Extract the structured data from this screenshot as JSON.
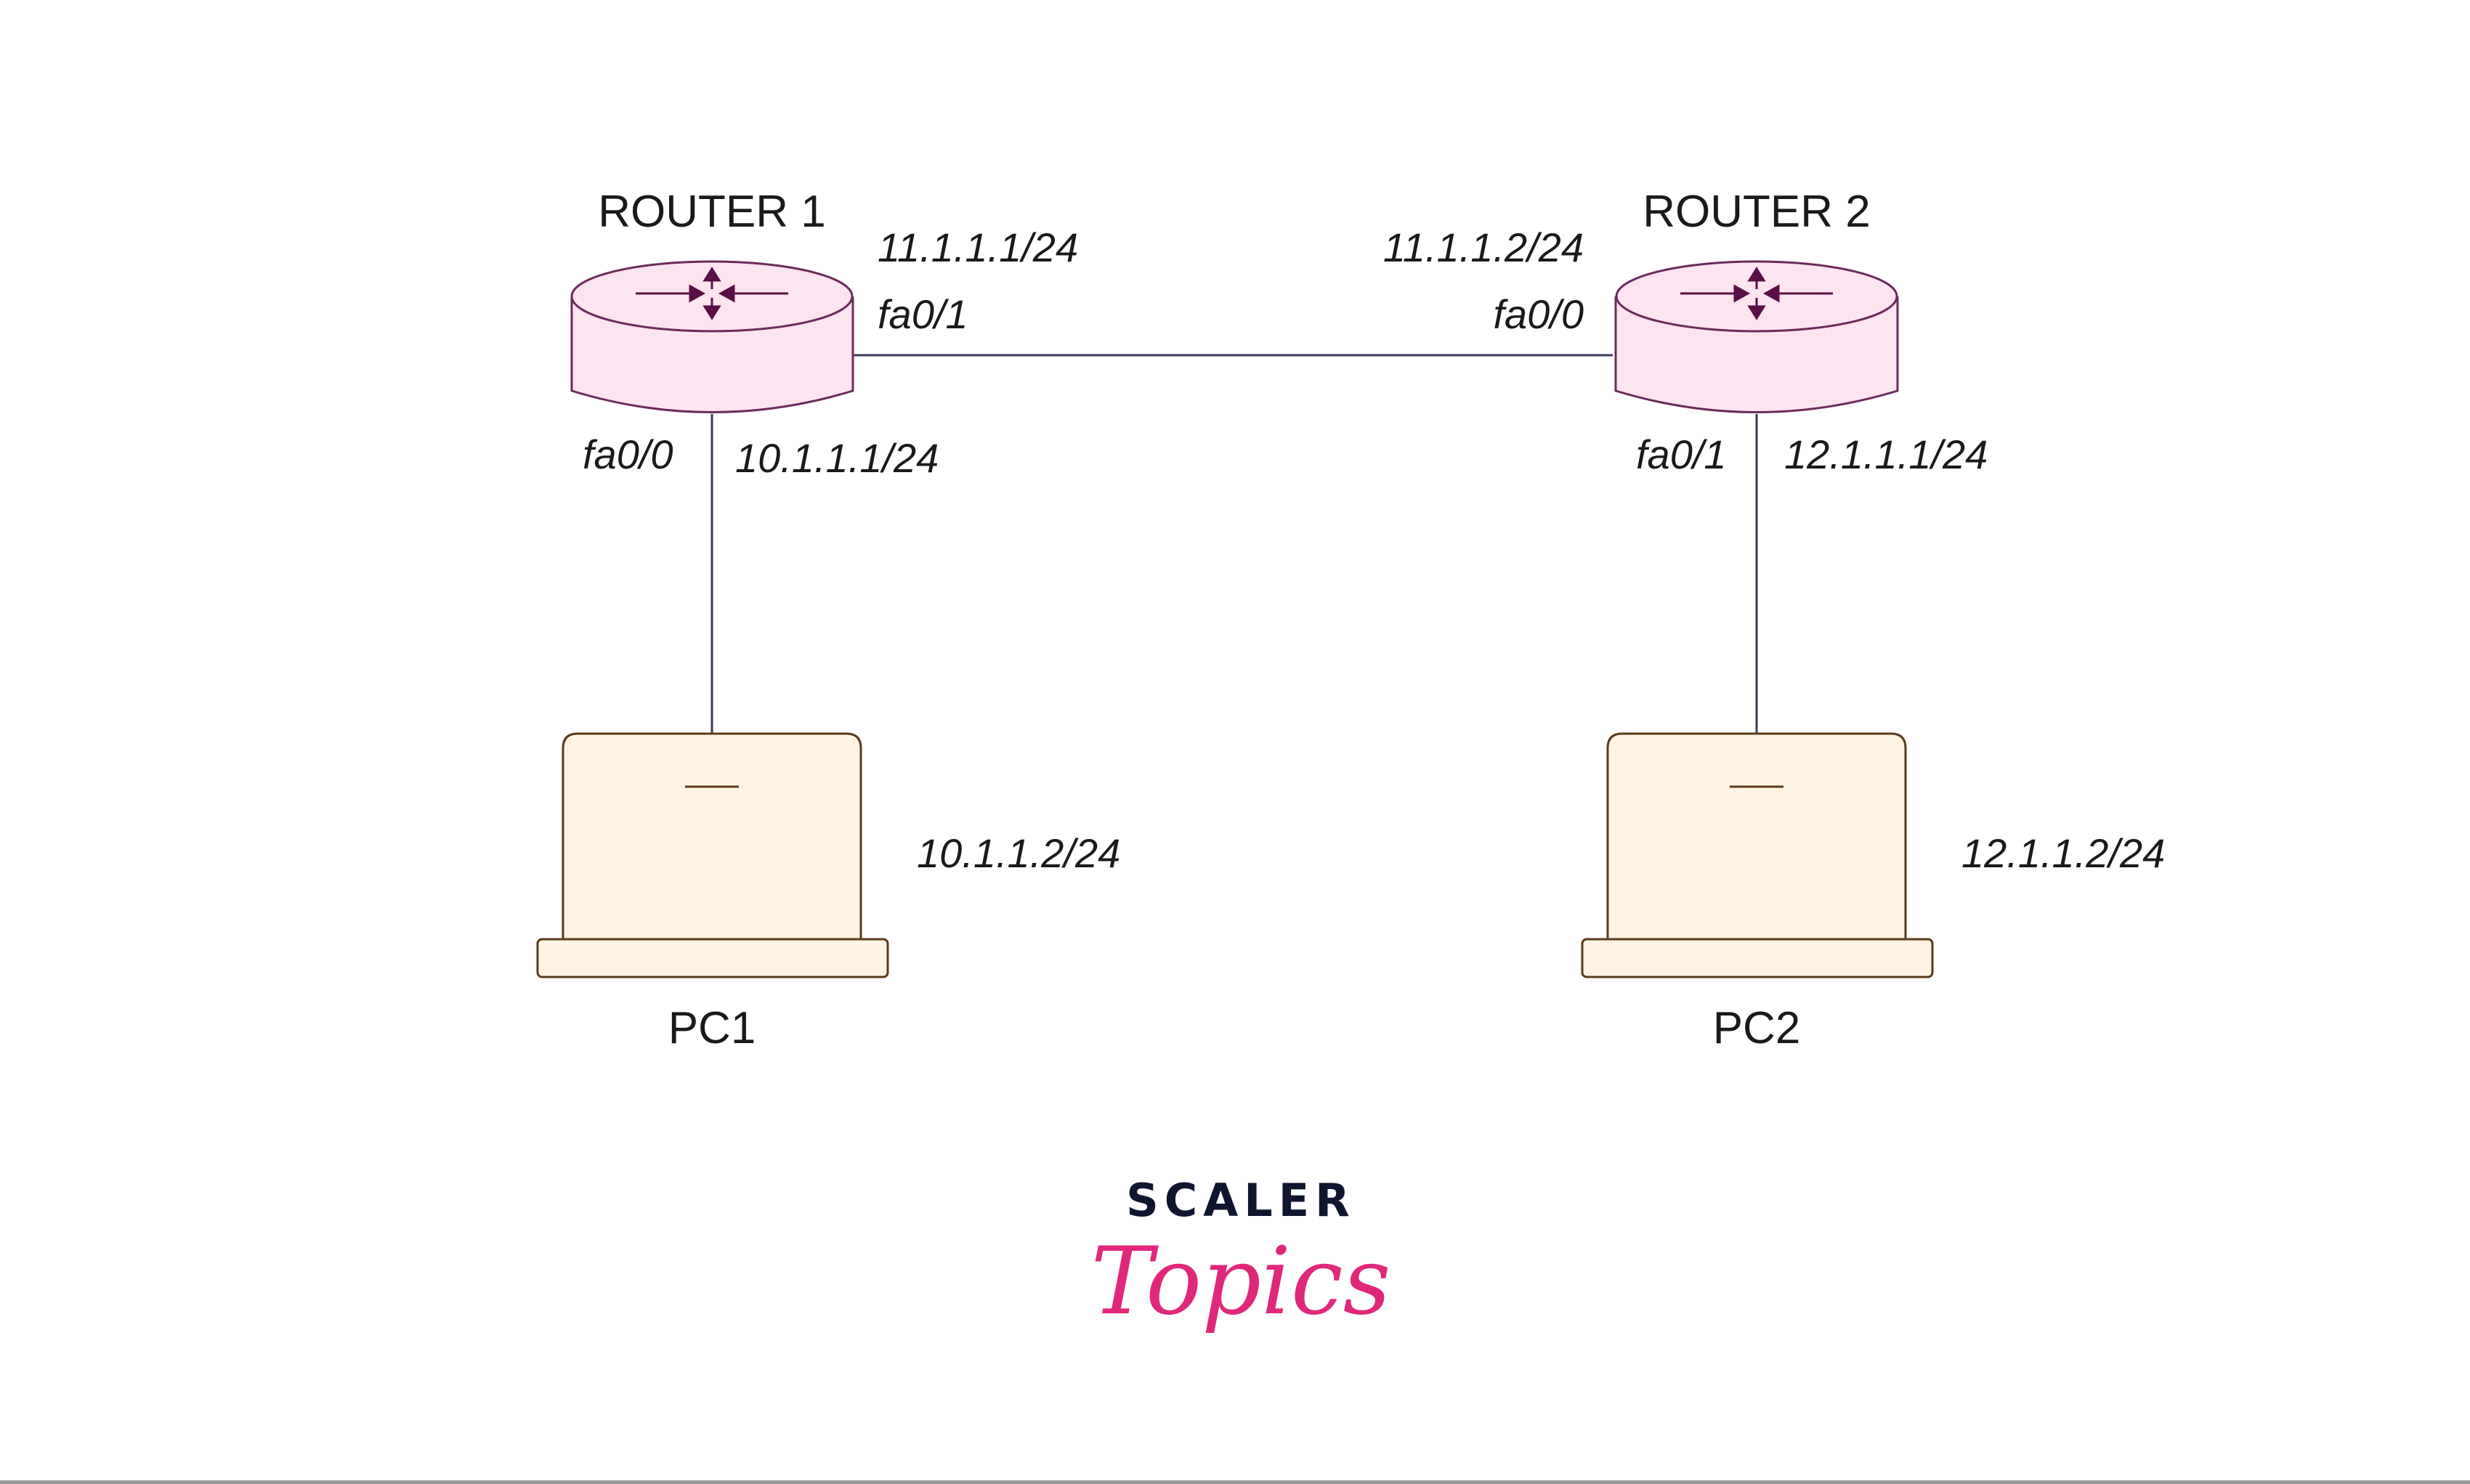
{
  "routers": [
    {
      "name": "ROUTER 1"
    },
    {
      "name": "ROUTER 2"
    }
  ],
  "pcs": [
    {
      "name": "PC1",
      "ip": "10.1.1.2/24"
    },
    {
      "name": "PC2",
      "ip": "12.1.1.2/24"
    }
  ],
  "interfaces": {
    "r1_fa01_ip": "11.1.1.1/24",
    "r1_fa01": "fa0/1",
    "r1_fa00": "fa0/0",
    "r1_fa00_ip": "10.1.1.1/24",
    "r2_fa00_ip": "11.1.1.2/24",
    "r2_fa00": "fa0/0",
    "r2_fa01": "fa0/1",
    "r2_fa01_ip": "12.1.1.1/24"
  },
  "logo": {
    "line1": "SCALER",
    "line2": "Topics"
  },
  "colors": {
    "router_fill": "#fce4f1",
    "router_stroke": "#6b2a5a",
    "router_icon": "#5a0f45",
    "pc_fill": "#fff4e3",
    "pc_stroke": "#5a3a1a",
    "link": "#3a3a5a",
    "brand_dark": "#10162f",
    "brand_pink": "#e0287a"
  }
}
